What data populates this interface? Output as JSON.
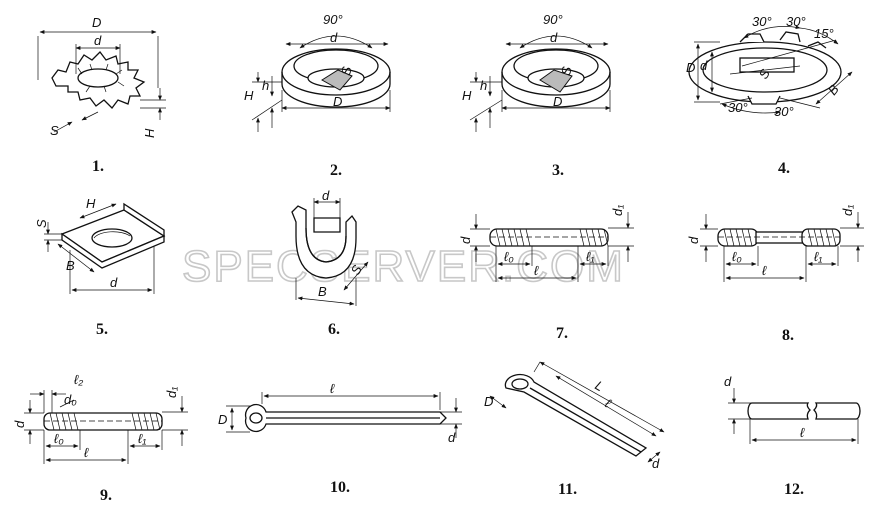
{
  "watermark": "SPECSERVER.COM",
  "figures": [
    {
      "number": "1.",
      "labels": {
        "D": "D",
        "d": "d",
        "S": "S",
        "H": "H"
      }
    },
    {
      "number": "2.",
      "labels": {
        "angle": "90°",
        "d": "d",
        "H": "H",
        "h": "h",
        "S": "S",
        "D": "D"
      }
    },
    {
      "number": "3.",
      "labels": {
        "angle": "90°",
        "d": "d",
        "H": "H",
        "h": "h",
        "S": "S",
        "D": "D"
      }
    },
    {
      "number": "4.",
      "labels": {
        "a1": "30°",
        "a2": "30°",
        "a3": "15°",
        "a4": "30°",
        "a5": "30°",
        "D": "D",
        "d": "d",
        "B": "B",
        "S": "S"
      }
    },
    {
      "number": "5.",
      "labels": {
        "S": "S",
        "H": "H",
        "B": "B",
        "d": "d"
      }
    },
    {
      "number": "6.",
      "labels": {
        "d": "d",
        "S": "S",
        "B": "B"
      }
    },
    {
      "number": "7.",
      "labels": {
        "d": "d",
        "d1": "d₁",
        "l0": "ℓ₀",
        "l": "ℓ",
        "l1": "ℓ₁"
      }
    },
    {
      "number": "8.",
      "labels": {
        "d": "d",
        "d1": "d₁",
        "l0": "ℓ₀",
        "l": "ℓ",
        "l1": "ℓ₁"
      }
    },
    {
      "number": "9.",
      "labels": {
        "l2": "ℓ₂",
        "d0": "d₀",
        "d": "d",
        "d1": "d₁",
        "l0": "ℓ₀",
        "l": "ℓ",
        "l1": "ℓ₁"
      }
    },
    {
      "number": "10.",
      "labels": {
        "l": "ℓ",
        "D": "D",
        "d": "d"
      }
    },
    {
      "number": "11.",
      "labels": {
        "L": "L",
        "l": "ℓ",
        "D": "D",
        "d": "d"
      }
    },
    {
      "number": "12.",
      "labels": {
        "d": "d",
        "l": "ℓ"
      }
    }
  ]
}
